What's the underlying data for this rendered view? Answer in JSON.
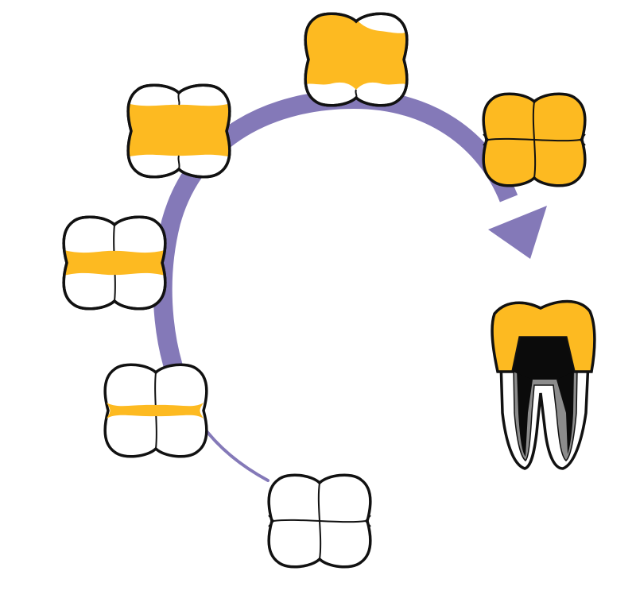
{
  "colors": {
    "background": "#ffffff",
    "restoration": "#FDBA21",
    "arrow": "#8479B8",
    "outline": "#111111",
    "tooth": "#ffffff",
    "root_canal_fill": "#0b0b0b",
    "pulp_gray": "#8c8c8c"
  },
  "stages": [
    {
      "id": "intact-tooth",
      "restoration_level": 0
    },
    {
      "id": "narrow-occlusal-filling",
      "restoration_level": 1
    },
    {
      "id": "wide-occlusal-filling",
      "restoration_level": 2
    },
    {
      "id": "large-filling",
      "restoration_level": 3
    },
    {
      "id": "extensive-filling",
      "restoration_level": 4
    },
    {
      "id": "full-crown",
      "restoration_level": 5
    },
    {
      "id": "root-canal-crown",
      "restoration_level": 6
    }
  ]
}
